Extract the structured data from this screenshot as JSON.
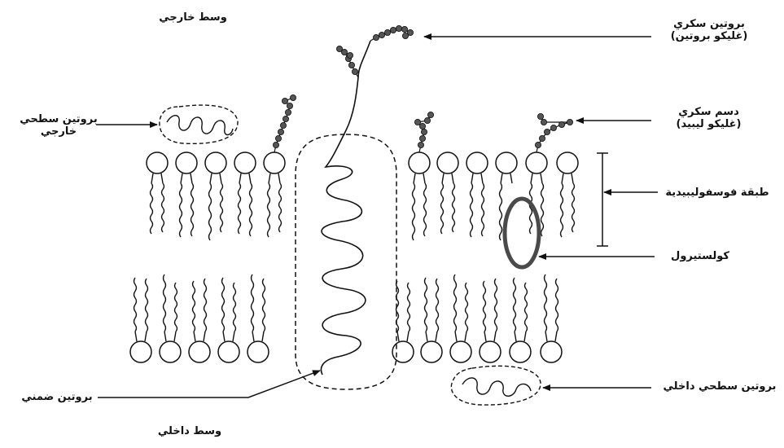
{
  "regions": {
    "outer": "وسط خارجي",
    "inner": "وسط داخلي"
  },
  "labels": {
    "glycoprotein_line1": "بروتين سكري",
    "glycoprotein_line2": "(غليكو بروتين)",
    "glycolipid_line1": "دسم سكري",
    "glycolipid_line2": "(غليكو ليبيد)",
    "phospholipid_layer": "طبقة فوسفوليبيدية",
    "cholesterol": "كولستيرول",
    "inner_peripheral_protein": "بروتين سطحي داخلي",
    "outer_peripheral_line1": "بروتين سطحي",
    "outer_peripheral_line2": "خارجي",
    "integral_protein": "بروتين ضمني"
  },
  "colors": {
    "ink": "#111111",
    "cholesterol": "#4a4a4a",
    "background": "#ffffff"
  }
}
